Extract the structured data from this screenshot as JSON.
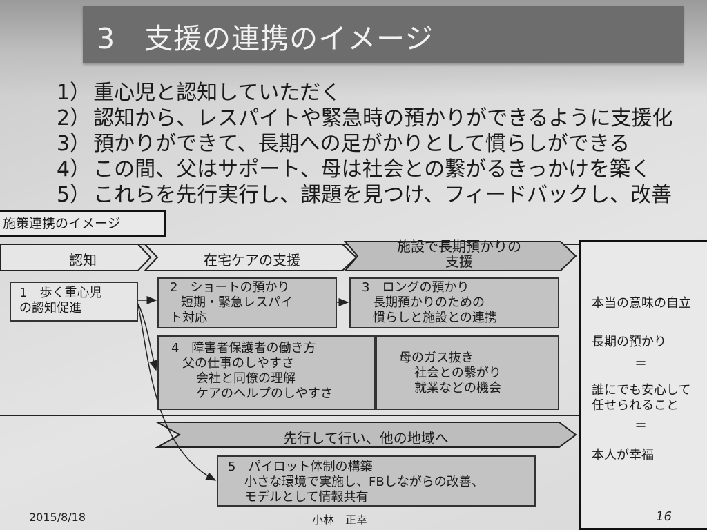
{
  "title": "3　支援の連携のイメージ",
  "list": [
    {
      "num": "1）",
      "text": "重心児と認知していただく"
    },
    {
      "num": "2）",
      "text": "認知から、レスパイトや緊急時の預かりができるように支援化"
    },
    {
      "num": "3）",
      "text": "預かりができて、長期への足がかりとして慣らしができる"
    },
    {
      "num": "4）",
      "text": "この間、父はサポート、母は社会との繋がるきっかけを築く"
    },
    {
      "num": "5）",
      "text": "これらを先行実行し、課題を見つけ、フィードバックし、改善"
    }
  ],
  "section_label": "施策連携のイメージ",
  "flow": {
    "stage1": "認知",
    "stage2": "在宅ケアの支援",
    "stage3_line1": "施設で長期預かりの",
    "stage3_line2": "支援",
    "lower_arrow": "先行して行い、他の地域へ"
  },
  "boxes": {
    "b1": {
      "title": "1　歩く重心児",
      "line2": "の認知促進"
    },
    "b2": {
      "title": "2　ショートの預かり",
      "line2": "短期・緊急レスパイ",
      "line3": "ト対応"
    },
    "b3": {
      "title": "3　ロングの預かり",
      "line2": "長期預かりのための",
      "line3": "慣らしと施設との連携"
    },
    "b4": {
      "title": "4　障害者保護者の働き方",
      "line2": "父の仕事のしやすさ",
      "line3": "会社と同僚の理解",
      "line4": "ケアのヘルプのしやすさ"
    },
    "b4r": {
      "line1": "母のガス抜き",
      "line2": "社会との繋がり",
      "line3": "就業などの機会"
    },
    "b5": {
      "title": "5　パイロット体制の構築",
      "line2": "小さな環境で実施し、FBしながらの改善、",
      "line3": "モデルとして情報共有"
    }
  },
  "right_panel": {
    "line1": "本当の意味の自立",
    "line2": "長期の預かり",
    "eq1": "＝",
    "line3": "誰にでも安心して",
    "line4": "任せられること",
    "eq2": "＝",
    "line5": "本人が幸福"
  },
  "footer": {
    "date": "2015/8/18",
    "author": "小林　正幸",
    "page": "16"
  }
}
